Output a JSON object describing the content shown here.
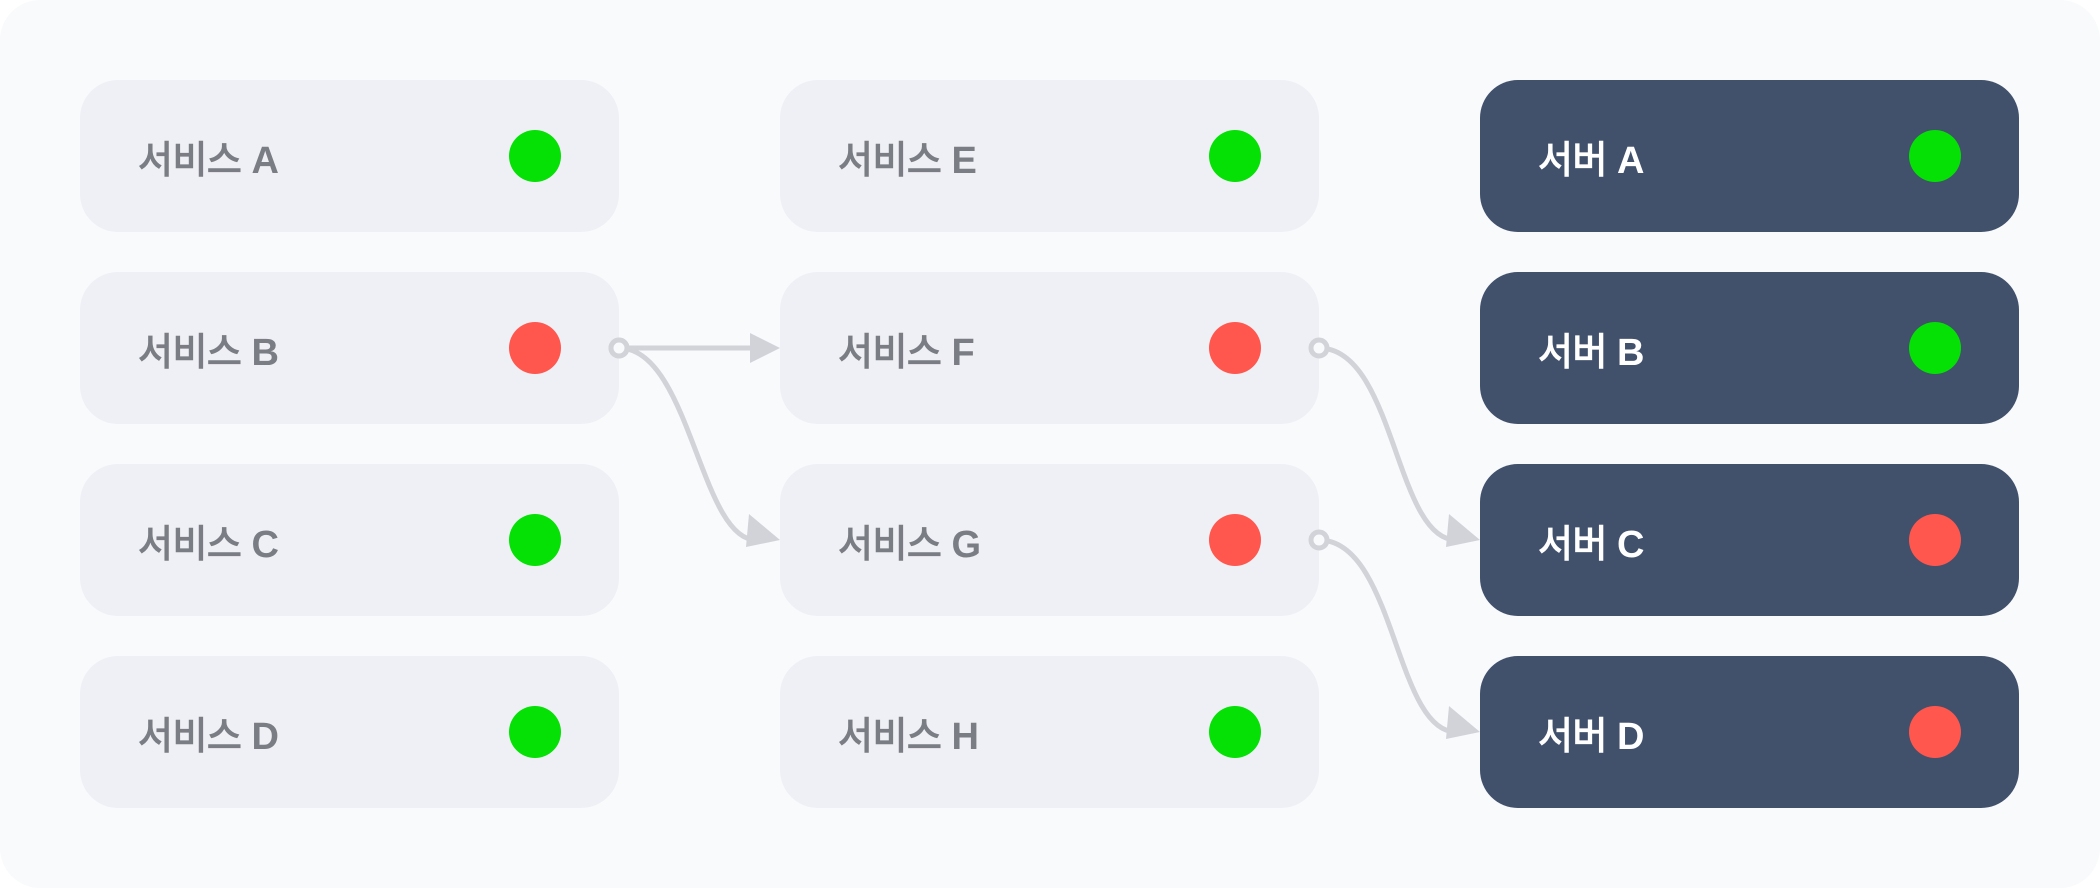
{
  "colors": {
    "board_bg": "#f9fafc",
    "service_bg": "#eff0f5",
    "service_text": "#7b7d85",
    "server_bg": "#41506b",
    "server_text": "#ffffff",
    "status_ok": "#05e005",
    "status_error": "#ff574e",
    "connector": "#d1d3d9"
  },
  "columns": [
    {
      "kind": "service",
      "nodes": [
        {
          "id": "svc-a",
          "label": "서비스 A",
          "status": "ok"
        },
        {
          "id": "svc-b",
          "label": "서비스 B",
          "status": "error"
        },
        {
          "id": "svc-c",
          "label": "서비스 C",
          "status": "ok"
        },
        {
          "id": "svc-d",
          "label": "서비스 D",
          "status": "ok"
        }
      ]
    },
    {
      "kind": "service",
      "nodes": [
        {
          "id": "svc-e",
          "label": "서비스 E",
          "status": "ok"
        },
        {
          "id": "svc-f",
          "label": "서비스 F",
          "status": "error"
        },
        {
          "id": "svc-g",
          "label": "서비스 G",
          "status": "error"
        },
        {
          "id": "svc-h",
          "label": "서비스 H",
          "status": "ok"
        }
      ]
    },
    {
      "kind": "server",
      "nodes": [
        {
          "id": "srv-a",
          "label": "서버 A",
          "status": "ok"
        },
        {
          "id": "srv-b",
          "label": "서버 B",
          "status": "ok"
        },
        {
          "id": "srv-c",
          "label": "서버 C",
          "status": "error"
        },
        {
          "id": "srv-d",
          "label": "서버 D",
          "status": "error"
        }
      ]
    }
  ],
  "edges": [
    {
      "from": "svc-b",
      "to": "svc-f"
    },
    {
      "from": "svc-b",
      "to": "svc-g"
    },
    {
      "from": "svc-f",
      "to": "srv-c"
    },
    {
      "from": "svc-g",
      "to": "srv-d"
    }
  ]
}
